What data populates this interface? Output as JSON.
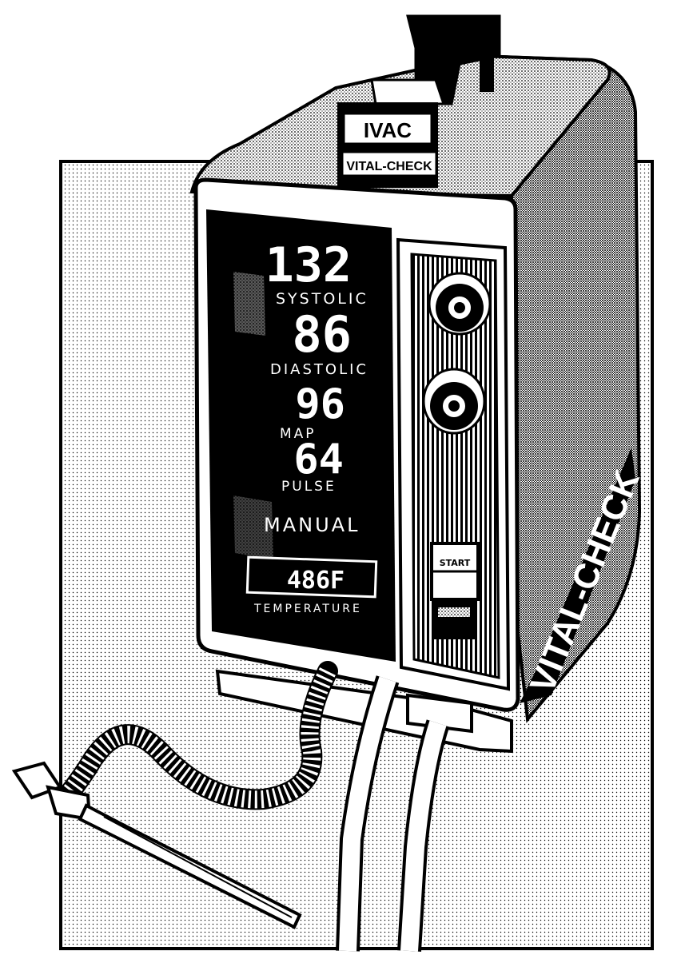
{
  "device": {
    "brand": "IVAC",
    "model": "VITAL-CHECK",
    "side_label": "VITAL-CHECK"
  },
  "display": {
    "systolic": {
      "value": "132",
      "label": "SYSTOLIC"
    },
    "diastolic": {
      "value": "86",
      "label": "DIASTOLIC"
    },
    "map": {
      "value": "96",
      "label": "MAP"
    },
    "pulse": {
      "value": "64",
      "label": "PULSE"
    },
    "mode": "MANUAL",
    "temperature": {
      "value": "486F",
      "label": "TEMPERATURE"
    }
  },
  "controls": {
    "start_button": "START"
  },
  "colors": {
    "ink": "#000000",
    "paper": "#ffffff"
  }
}
